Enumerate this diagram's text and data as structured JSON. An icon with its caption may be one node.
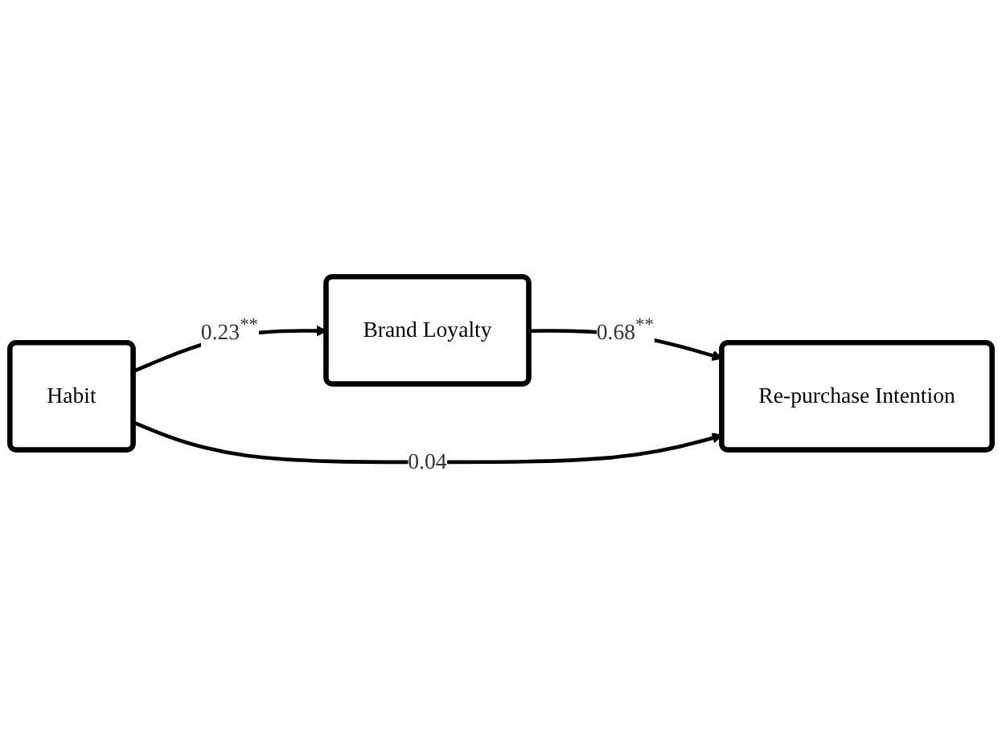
{
  "diagram": {
    "nodes": [
      {
        "text": [
          "Habit"
        ]
      },
      {
        "text": [
          "Brand Loyalty"
        ]
      },
      {
        "text": [
          "Re-purchase Intention"
        ]
      }
    ],
    "edges": [
      {
        "from": 0,
        "to": 1,
        "arrow": "to",
        "label": "0.23$^{**}$"
      },
      {
        "from": 1,
        "to": 2,
        "arrow": "to",
        "label": "0.68$^{**}$"
      },
      {
        "from": 0,
        "to": 2,
        "arrow": "to",
        "label": "0.04"
      }
    ]
  }
}
